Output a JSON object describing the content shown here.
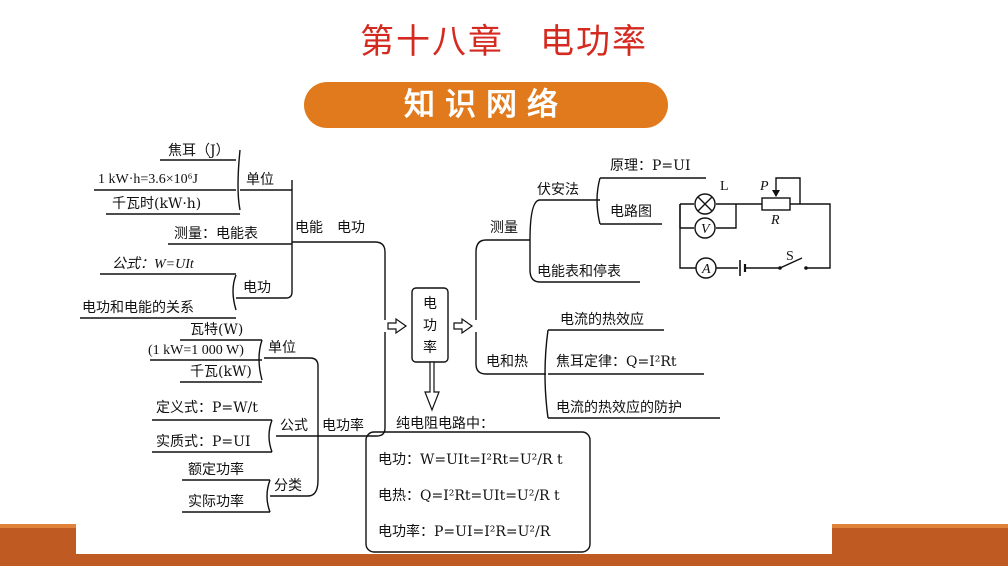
{
  "page": {
    "title": "第十八章　电功率",
    "banner": "知识网络"
  },
  "center": {
    "label": "电功率"
  },
  "left": {
    "energy_work": "电能　电功",
    "unit": "单位",
    "unit_joule": "焦耳（J）",
    "unit_conversion": "1 kW·h=3.6×10⁶J",
    "unit_kwh": "千瓦时(kW·h)",
    "measure": "测量：电能表",
    "formula": "公式：W=UIt",
    "work": "电功",
    "relation": "电功和电能的关系",
    "power": "电功率",
    "p_unit": "单位",
    "watt": "瓦特(W)",
    "kw_conv": "(1 kW=1 000 W)",
    "kilowatt": "千瓦(kW)",
    "formula_group": "公式",
    "definition": "定义式：P=W/t",
    "essence": "实质式：P=UI",
    "category": "分类",
    "rated": "额定功率",
    "actual": "实际功率"
  },
  "right": {
    "measure": "测量",
    "voltammeter": "伏安法",
    "principle": "原理：P=UI",
    "circuit": "电路图",
    "meter_stop": "电能表和停表",
    "heat": "电和热",
    "heat_effect": "电流的热效应",
    "joule_law": "焦耳定律：Q=I²Rt",
    "protection": "电流的热效应的防护"
  },
  "circuit_labels": {
    "L": "L",
    "P": "P",
    "R": "R",
    "S": "S",
    "V": "V",
    "A": "A"
  },
  "pure": {
    "heading": "纯电阻电路中：",
    "work": "电功：W=UIt=I²Rt=U²/R t",
    "heat": "电热：Q=I²Rt=UIt=U²/R t",
    "power": "电功率：P=UI=I²R=U²/R"
  },
  "colors": {
    "title": "#d42a20",
    "banner": "#e07a1c",
    "band": "#bf5a22"
  }
}
